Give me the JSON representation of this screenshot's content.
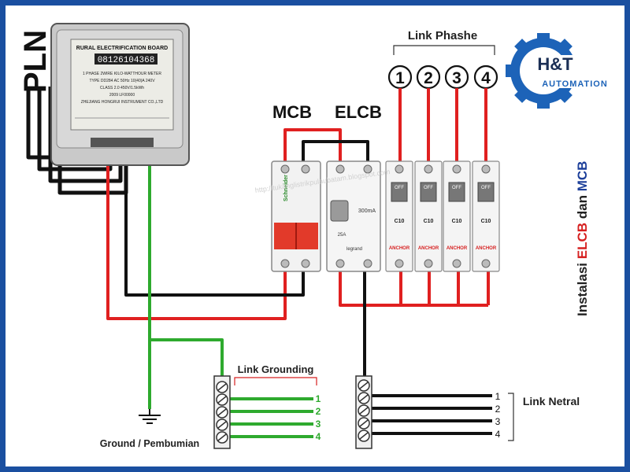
{
  "labels": {
    "pln": "PLN",
    "mcb": "MCB",
    "elcb": "ELCB",
    "link_phase": "Link Phashe",
    "link_grounding": "Link Grounding",
    "link_netral": "Link Netral",
    "ground": "Ground / Pembumian",
    "vertical_prefix": "Instalasi ",
    "vertical_elcb": "ELCB",
    "vertical_mid": " dan ",
    "vertical_mcb": "MCB"
  },
  "meter": {
    "board_title": "RURAL ELECTRIFICATION BOARD",
    "counter": "08126104368",
    "spec_line1": "1 PHASE 2WIRE KILO-WATTHOUR METER",
    "spec_line2": "TYPE DD284  AC 50Hz  10(40)A  240V",
    "spec_line3": "CLASS 2.0      450V/1.5kWh",
    "spec_line4": "2009                    LF00000",
    "spec_line5": "ZHEJIANG HONGRUI INSTRUMENT CO.,LTD"
  },
  "mcb_device": {
    "brand": "Schneider"
  },
  "elcb_device": {
    "rating": "300mA",
    "current": "25A",
    "brand": "legrand"
  },
  "breakers": [
    {
      "off": "OFF",
      "rating": "C10",
      "brand": "ANCHOR"
    },
    {
      "off": "OFF",
      "rating": "C10",
      "brand": "ANCHOR"
    },
    {
      "off": "OFF",
      "rating": "C10",
      "brand": "ANCHOR"
    },
    {
      "off": "OFF",
      "rating": "C10",
      "brand": "ANCHOR"
    }
  ],
  "phase_numbers": [
    "1",
    "2",
    "3",
    "4"
  ],
  "ground_numbers": [
    "1",
    "2",
    "3",
    "4"
  ],
  "netral_numbers": [
    "1",
    "2",
    "3",
    "4"
  ],
  "logo": {
    "title": "H&T",
    "subtitle": "AUTOMATION"
  },
  "watermark": "http://tukanglistrikpulaubatam.blogspot.com",
  "colors": {
    "border": "#1a4fa0",
    "phase_wire": "#e02020",
    "neutral_wire": "#111111",
    "ground_wire": "#2eaa2e",
    "logo_blue": "#1d63b8",
    "title_red": "#d62020",
    "title_blue": "#1d3f9a"
  }
}
